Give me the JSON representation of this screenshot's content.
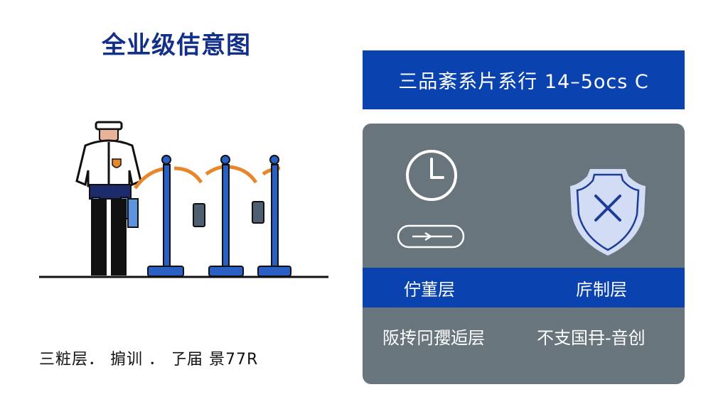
{
  "title": "全业级佶意图",
  "illustration": {
    "subject": "security-guard-with-turnstile-gates",
    "caption": "三粧层． 掮训 ． 孒届 景77R"
  },
  "panel": {
    "header": "三品紊系片系行  14–5ocs C",
    "icons": [
      "clock-icon",
      "arrow-pill-icon",
      "shield-x-icon"
    ],
    "layers": [
      {
        "label": "佇菫层",
        "detail": "阪抟冋孾逅层"
      },
      {
        "label": "庍制层",
        "detail": "不支国冄-音创"
      }
    ]
  },
  "colors": {
    "title": "#12308a",
    "accent_blue": "#0a43b0",
    "panel_gray": "#69757c",
    "shield_fill": "#d3dcf5",
    "barrier_orange": "#e8862a",
    "post_blue": "#2a5fc4"
  }
}
